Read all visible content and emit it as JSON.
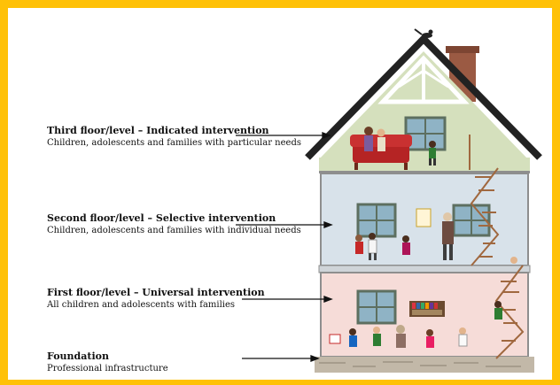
{
  "levels": [
    {
      "title": "Third floor/level – Indicated intervention",
      "desc": "Children, adolescents and families with particular needs"
    },
    {
      "title": "Second floor/level – Selective intervention",
      "desc": "Children, adolescents and families with individual needs"
    },
    {
      "title": "First floor/level – Universal intervention",
      "desc": "All children and adolescents with families"
    },
    {
      "title": "Foundation",
      "desc": "Professional infrastructure"
    }
  ],
  "colors": {
    "border": "#ffc107",
    "roof": "#222222",
    "attic_wall": "#d5e0bd",
    "second_floor_wall": "#d8e2ea",
    "first_floor_wall": "#f6dcd8",
    "foundation": "#c2b8a8",
    "chimney": "#9b5a43",
    "window_glass": "#8fb3c5",
    "window_frame": "#5d6f60",
    "stairs": "#a0683f",
    "sofa": "#b52424"
  }
}
